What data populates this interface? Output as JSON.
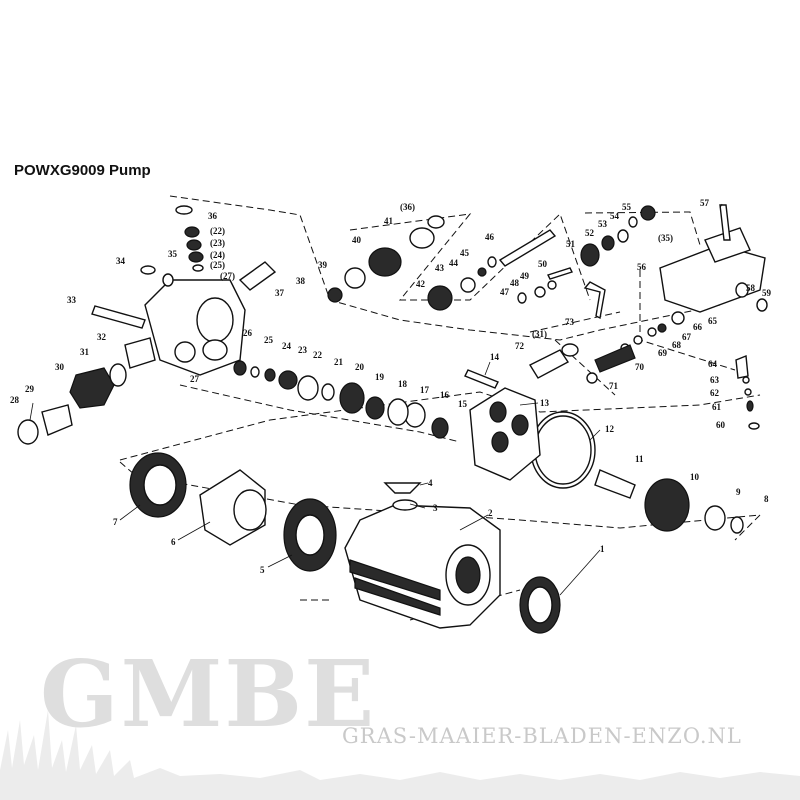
{
  "title": "POWXG9009 Pump",
  "watermark": {
    "logo": "GMBE",
    "url": "GRAS-MAAIER-BLADEN-ENZO.NL"
  },
  "parts": [
    "1",
    "2",
    "3",
    "4",
    "5",
    "6",
    "7",
    "8",
    "9",
    "10",
    "11",
    "12",
    "13",
    "14",
    "15",
    "16",
    "17",
    "18",
    "19",
    "20",
    "21",
    "22",
    "23",
    "24",
    "25",
    "26",
    "27",
    "28",
    "29",
    "30",
    "31",
    "32",
    "33",
    "34",
    "35",
    "36",
    "37",
    "38",
    "39",
    "40",
    "41",
    "42",
    "43",
    "44",
    "45",
    "46",
    "47",
    "48",
    "49",
    "50",
    "51",
    "52",
    "53",
    "54",
    "55",
    "56",
    "57",
    "58",
    "59",
    "60",
    "61",
    "62",
    "63",
    "64",
    "65",
    "66",
    "67",
    "68",
    "69",
    "70",
    "71",
    "72",
    "73",
    "(22)",
    "(23)",
    "(24)",
    "(25)",
    "(27)",
    "(31)",
    "(35)",
    "(36)"
  ]
}
